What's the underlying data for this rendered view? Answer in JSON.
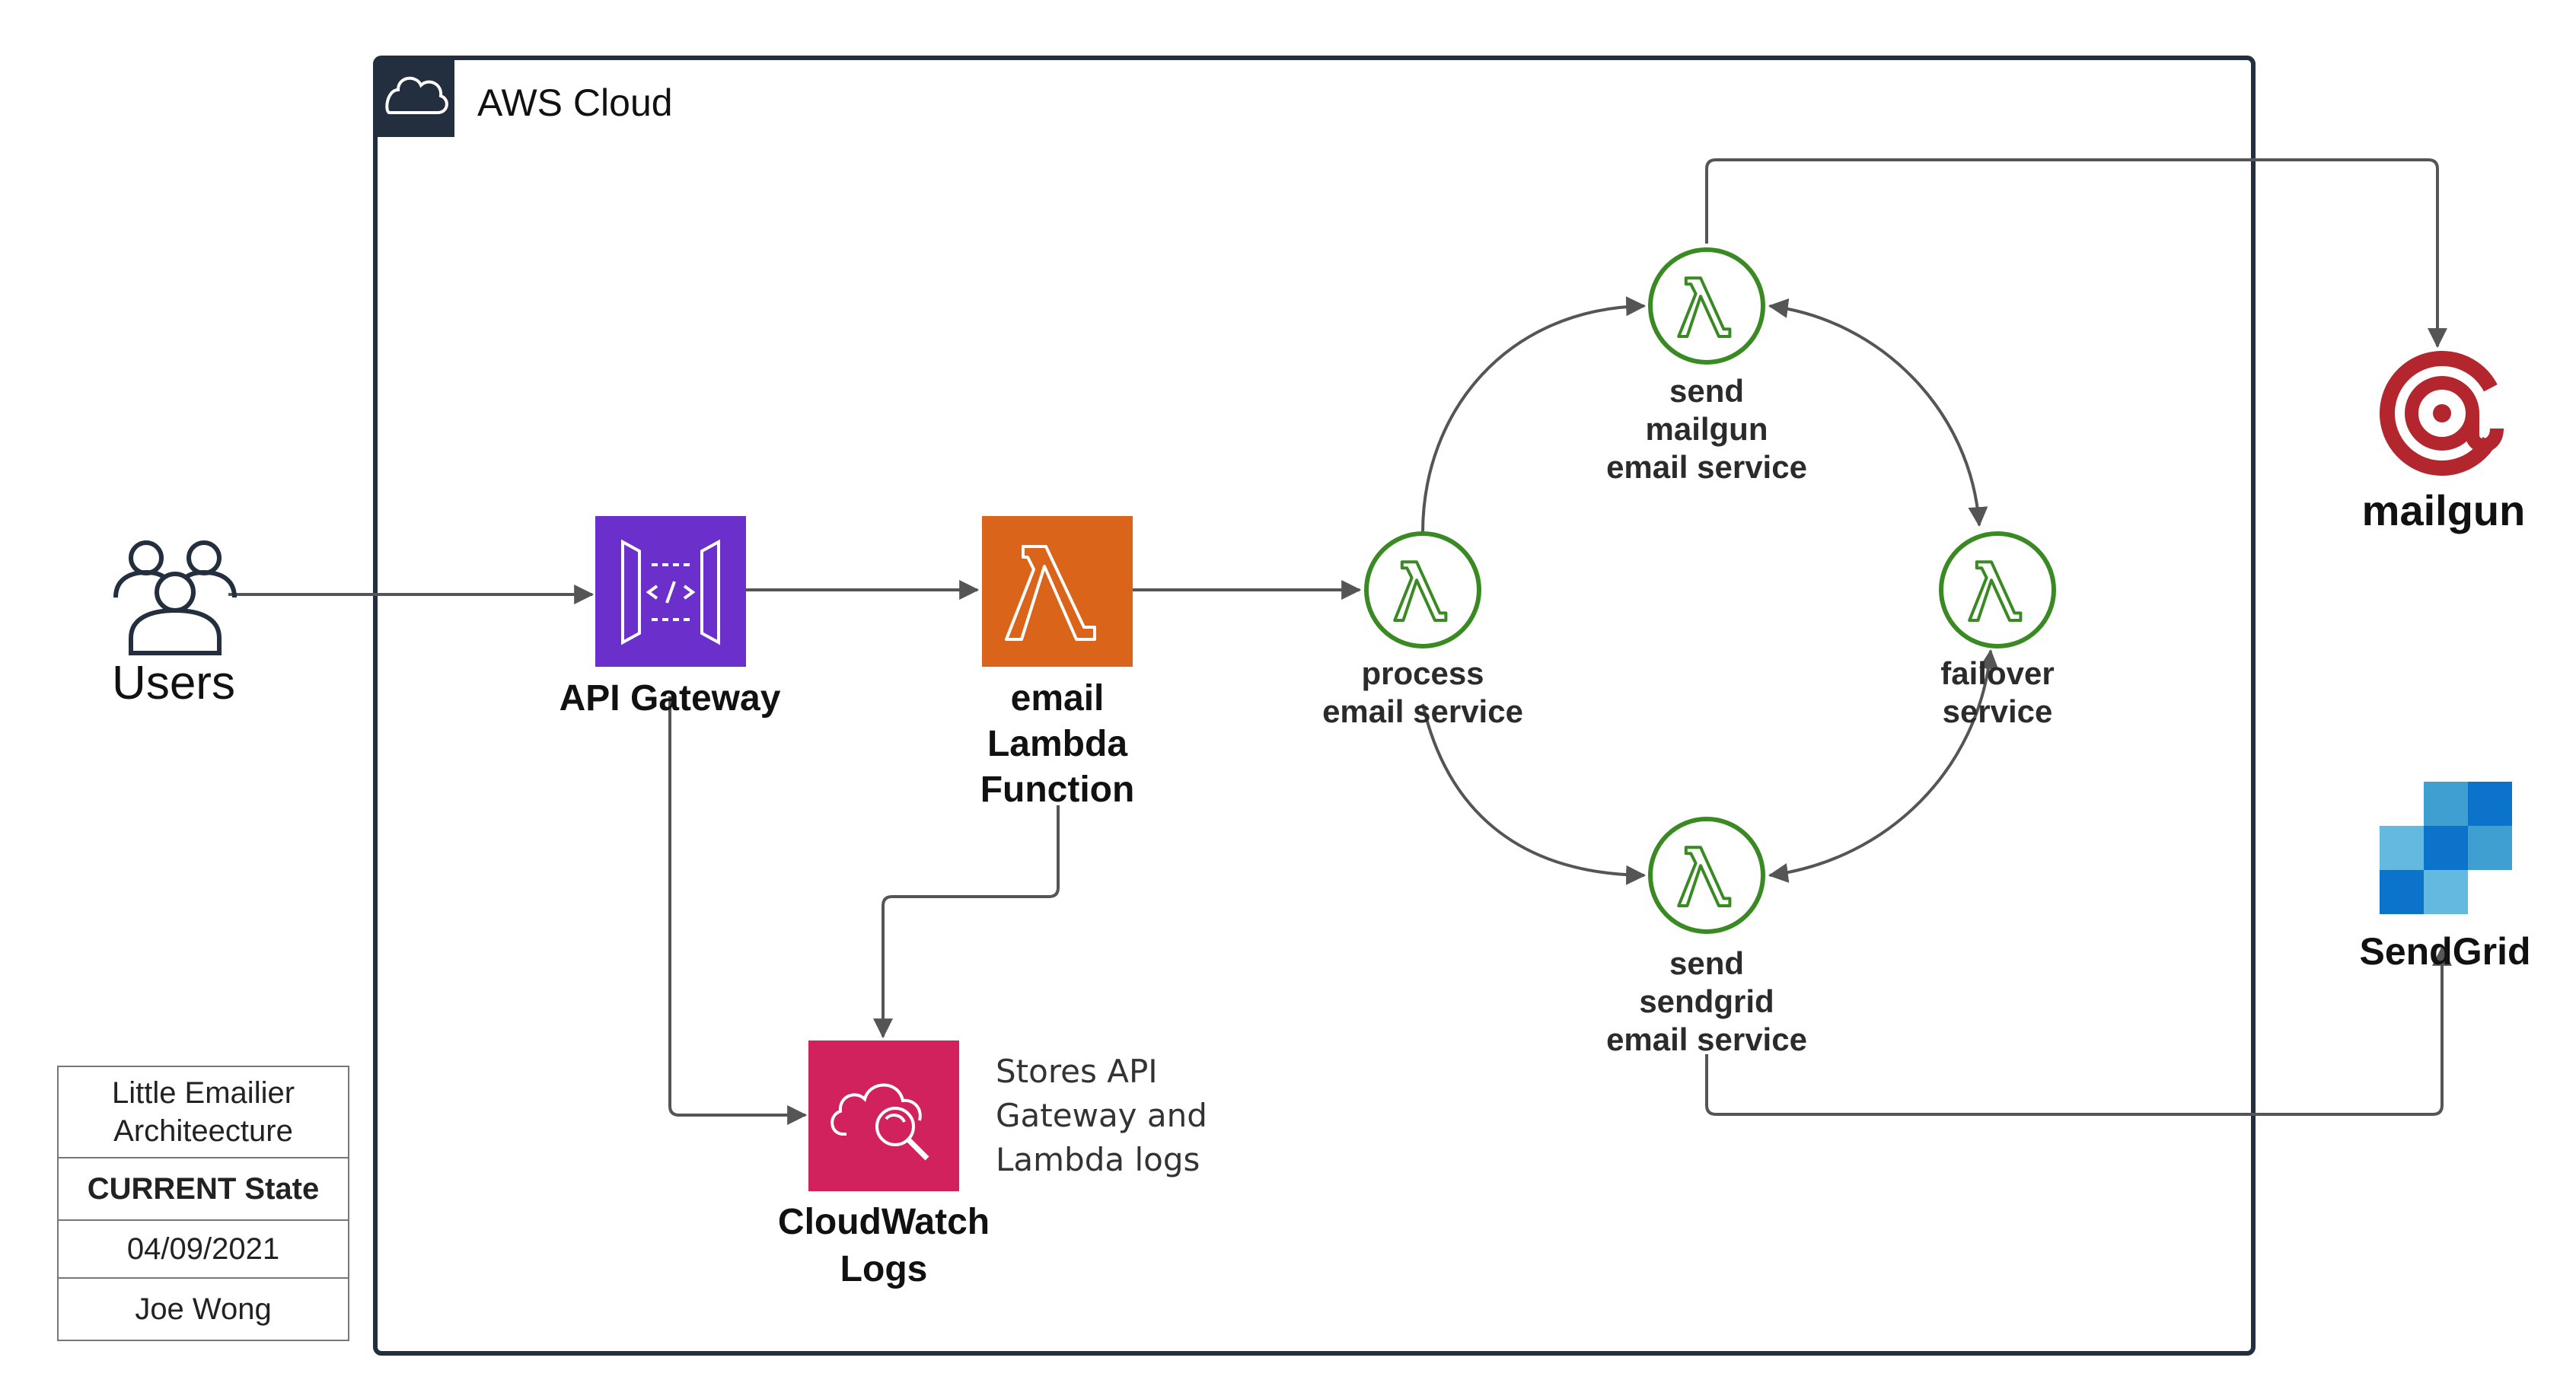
{
  "aws_cloud": {
    "label": "AWS Cloud",
    "cloud_icon": "cloud-icon"
  },
  "users": {
    "label": "Users",
    "icon": "users-icon"
  },
  "api_gateway": {
    "label": "API Gateway",
    "icon": "api-gateway-icon",
    "color": "#6B2FCB"
  },
  "email_lambda": {
    "lines": [
      "email",
      "Lambda",
      "Function"
    ],
    "icon": "lambda-icon",
    "color": "#D9641A"
  },
  "cloudwatch": {
    "lines": [
      "CloudWatch",
      "Logs"
    ],
    "icon": "cloudwatch-icon",
    "color": "#D1225E",
    "note_lines": [
      "Stores API",
      "Gateway and",
      "Lambda logs"
    ]
  },
  "services": {
    "process": {
      "lines": [
        "process",
        "email service"
      ]
    },
    "send_mailgun": {
      "lines": [
        "send",
        "mailgun",
        "email service"
      ]
    },
    "failover": {
      "lines": [
        "failover",
        "service"
      ]
    },
    "send_sendgrid": {
      "lines": [
        "send",
        "sendgrid",
        "email service"
      ]
    },
    "color": "#3A8A24"
  },
  "mailgun": {
    "label": "mailgun",
    "icon": "mailgun-at-icon",
    "color": "#B3262D"
  },
  "sendgrid": {
    "label": "SendGrid",
    "icon": "sendgrid-logo-icon",
    "color": "#1A82E2"
  },
  "info": {
    "title_lines": [
      "Little Emailier",
      "Architeecture"
    ],
    "state": "CURRENT State",
    "date": "04/09/2021",
    "author": "Joe Wong"
  }
}
